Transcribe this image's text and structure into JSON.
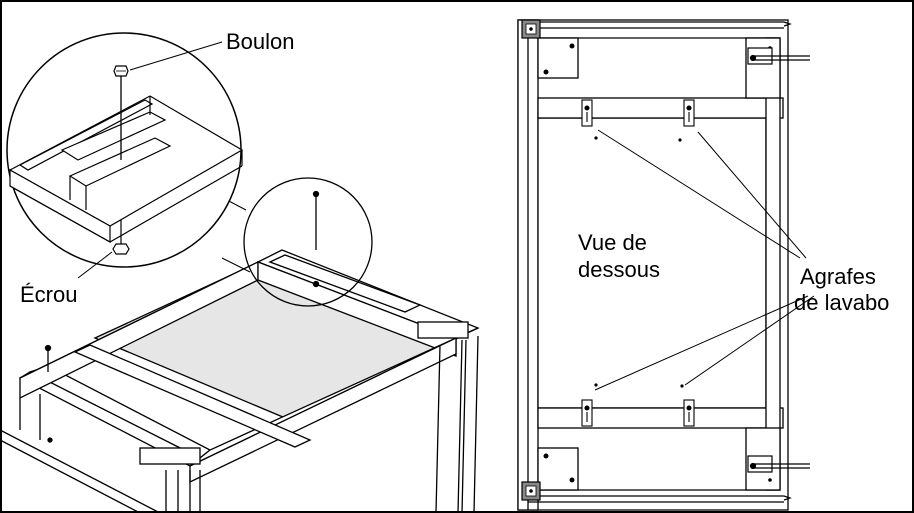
{
  "labels": {
    "bolt": "Boulon",
    "nut": "Écrou",
    "view_line1": "Vue de",
    "view_line2": "dessous",
    "clips_line1": "Agrafes",
    "clips_line2": "de lavabo"
  },
  "colors": {
    "line": "#000000",
    "panel_fill": "#e6e6e6",
    "frame_fill": "#ffffff"
  }
}
